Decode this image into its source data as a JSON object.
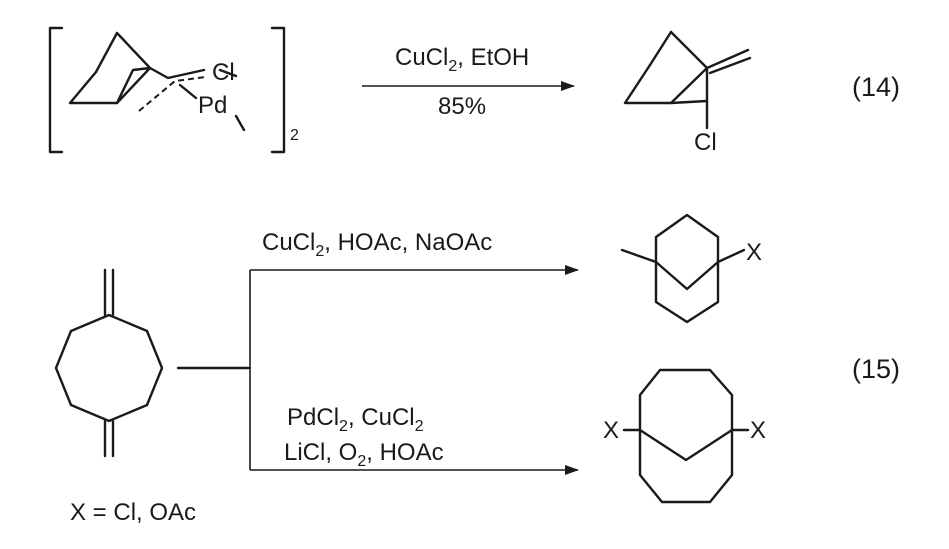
{
  "reaction_14": {
    "reactant_atoms": {
      "metal": "Pd",
      "halogen": "Cl"
    },
    "dimer_subscript": "2",
    "reagents": {
      "main": "CuCl",
      "sub": "2",
      "rest": ", EtOH"
    },
    "yield": "85%",
    "product_substituent": "Cl",
    "equation_number": "(14)"
  },
  "reaction_15": {
    "top_reagents": {
      "main": "CuCl",
      "sub": "2",
      "rest": ", HOAc, NaOAc"
    },
    "bottom_reagents_line1": {
      "main": "PdCl",
      "sub": "2",
      "rest": ", CuCl",
      "sub2": "2"
    },
    "bottom_reagents_line2": {
      "main": "LiCl, O",
      "sub": "2",
      "rest": ", HOAc"
    },
    "top_product_substituent": "X",
    "bottom_product_substituent_left": "X",
    "bottom_product_substituent_right": "X",
    "x_definition": "X = Cl, OAc",
    "equation_number": "(15)"
  },
  "colors": {
    "ink": "#1a1a1a",
    "background": "#ffffff"
  }
}
